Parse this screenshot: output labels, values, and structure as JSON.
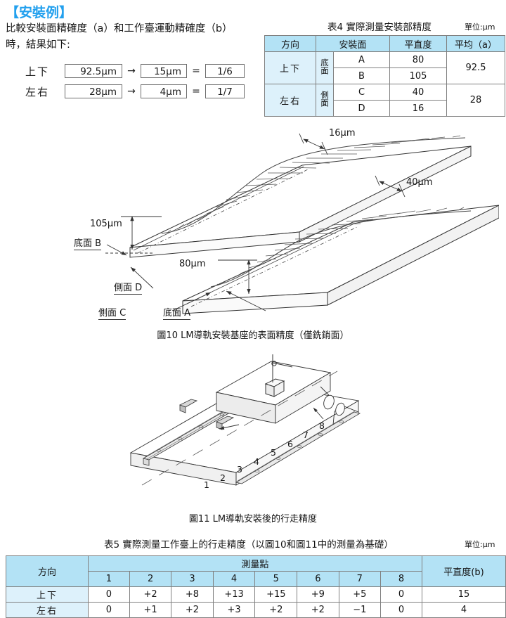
{
  "header": {
    "section_heading": "【安裝例】",
    "intro_line_1": "比較安裝面精確度（a）和工作臺運動精確度（b）",
    "intro_line_2": "時，結果如下:"
  },
  "formulas": [
    {
      "label": "上下",
      "from": "92.5μm",
      "arrow": "→",
      "to": "15μm",
      "eq": "=",
      "ratio": "1/6"
    },
    {
      "label": "左右",
      "from": "28μm",
      "arrow": "→",
      "to": "4μm",
      "eq": "=",
      "ratio": "1/7"
    }
  ],
  "table4": {
    "caption": "表4 實際測量安裝部精度",
    "unit": "單位:μm",
    "headers": [
      "方向",
      "安裝面",
      "平直度",
      "平均（a）"
    ],
    "rows": [
      {
        "direction": "上下",
        "face_group": "底面",
        "items": [
          {
            "surface": "A",
            "flatness": "80"
          },
          {
            "surface": "B",
            "flatness": "105"
          }
        ],
        "average": "92.5"
      },
      {
        "direction": "左右",
        "face_group": "側面",
        "items": [
          {
            "surface": "C",
            "flatness": "40"
          },
          {
            "surface": "D",
            "flatness": "16"
          }
        ],
        "average": "28"
      }
    ]
  },
  "figure10": {
    "caption": "圖10 LM導軌安裝基座的表面精度（僅銑銷面）",
    "labels": {
      "dim_16": "16μm",
      "dim_40": "40μm",
      "dim_105": "105μm",
      "dim_80": "80μm",
      "face_b": "底面 B",
      "side_d": "側面 D",
      "side_c": "側面 C",
      "face_a": "底面 A"
    }
  },
  "figure11": {
    "caption": "圖11 LM導軌安裝後的行走精度",
    "points": [
      "1",
      "2",
      "3",
      "4",
      "5",
      "6",
      "7",
      "8"
    ]
  },
  "table5": {
    "caption": "表5 實際測量工作臺上的行走精度（以圖10和圖11中的測量為基礎）",
    "unit": "單位:μm",
    "header_direction": "方向",
    "header_group": "測量點",
    "point_headers": [
      "1",
      "2",
      "3",
      "4",
      "5",
      "6",
      "7",
      "8"
    ],
    "header_flatness": "平直度(b)",
    "rows": [
      {
        "direction": "上下",
        "values": [
          "0",
          "+2",
          "+8",
          "+13",
          "+15",
          "+9",
          "+5",
          "0"
        ],
        "flatness": "15"
      },
      {
        "direction": "左右",
        "values": [
          "0",
          "+1",
          "+2",
          "+3",
          "+2",
          "+2",
          "−1",
          "0"
        ],
        "flatness": "4"
      }
    ]
  },
  "colors": {
    "heading_blue": "#22a0ee",
    "header_fill": "#b3e2f5",
    "row_label_fill": "#ddf1fb",
    "line": "#808080"
  }
}
